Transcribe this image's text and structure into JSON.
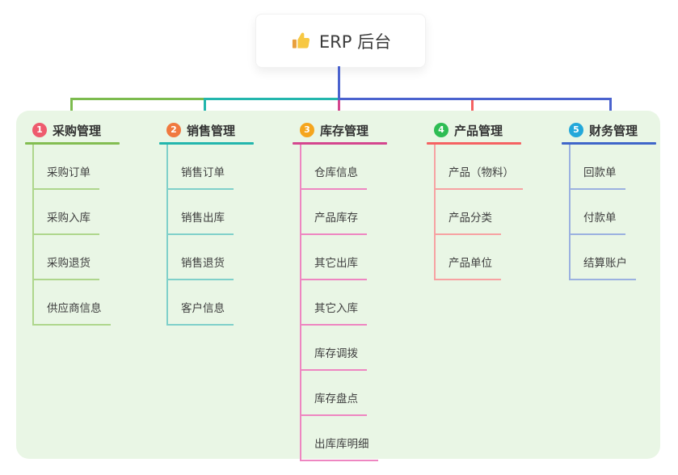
{
  "root": {
    "title": "ERP 后台",
    "icon": "thumbs-up-icon"
  },
  "theme": {
    "panel": "#e9f6e5",
    "green": "#7cbb4e",
    "teal": "#23b6ad",
    "blue": "#4a62ce",
    "magenta": "#d4468e",
    "red": "#f56262"
  },
  "branches": [
    {
      "number": "1",
      "title": "采购管理",
      "items": [
        "采购订单",
        "采购入库",
        "采购退货",
        "供应商信息"
      ],
      "colors": {
        "badge": "#ee5b6e",
        "accent": "#83bd51",
        "leaf": "#aed68c"
      }
    },
    {
      "number": "2",
      "title": "销售管理",
      "items": [
        "销售订单",
        "销售出库",
        "销售退货",
        "客户信息"
      ],
      "colors": {
        "badge": "#f0793f",
        "accent": "#23b6ad",
        "leaf": "#7fd0ca"
      }
    },
    {
      "number": "3",
      "title": "库存管理",
      "items": [
        "仓库信息",
        "产品库存",
        "其它出库",
        "其它入库",
        "库存调拨",
        "库存盘点",
        "出库库明细"
      ],
      "colors": {
        "badge": "#f5a51d",
        "accent": "#d4468e",
        "leaf": "#ee86c1"
      }
    },
    {
      "number": "4",
      "title": "产品管理",
      "items": [
        "产品（物料）",
        "产品分类",
        "产品单位"
      ],
      "colors": {
        "badge": "#2ebd53",
        "accent": "#f56262",
        "leaf": "#f7a2a2"
      }
    },
    {
      "number": "5",
      "title": "财务管理",
      "items": [
        "回款单",
        "付款单",
        "结算账户"
      ],
      "colors": {
        "badge": "#23a8da",
        "accent": "#3f66c9",
        "leaf": "#9bb1e0"
      }
    }
  ]
}
